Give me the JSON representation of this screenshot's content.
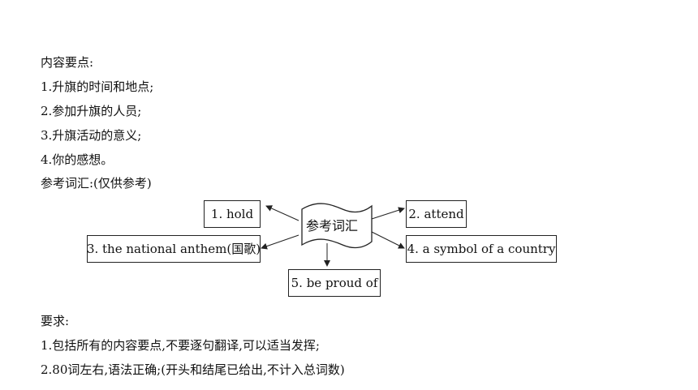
{
  "content_points": {
    "heading": "内容要点:",
    "items": [
      "1.升旗的时间和地点;",
      "2.参加升旗的人员;",
      "3.升旗活动的意义;",
      "4.你的感想。"
    ]
  },
  "vocab": {
    "heading": "参考词汇:(仅供参考)",
    "center": "参考词汇",
    "boxes": [
      "1. hold",
      "2. attend",
      "3. the national anthem(国歌)",
      "4. a symbol of a country",
      "5. be proud of"
    ]
  },
  "requirements": {
    "heading": "要求:",
    "items": [
      "1.包括所有的内容要点,不要逐句翻译,可以适当发挥;",
      "2.80词左右,语法正确;(开头和结尾已给出,不计入总词数)"
    ]
  }
}
